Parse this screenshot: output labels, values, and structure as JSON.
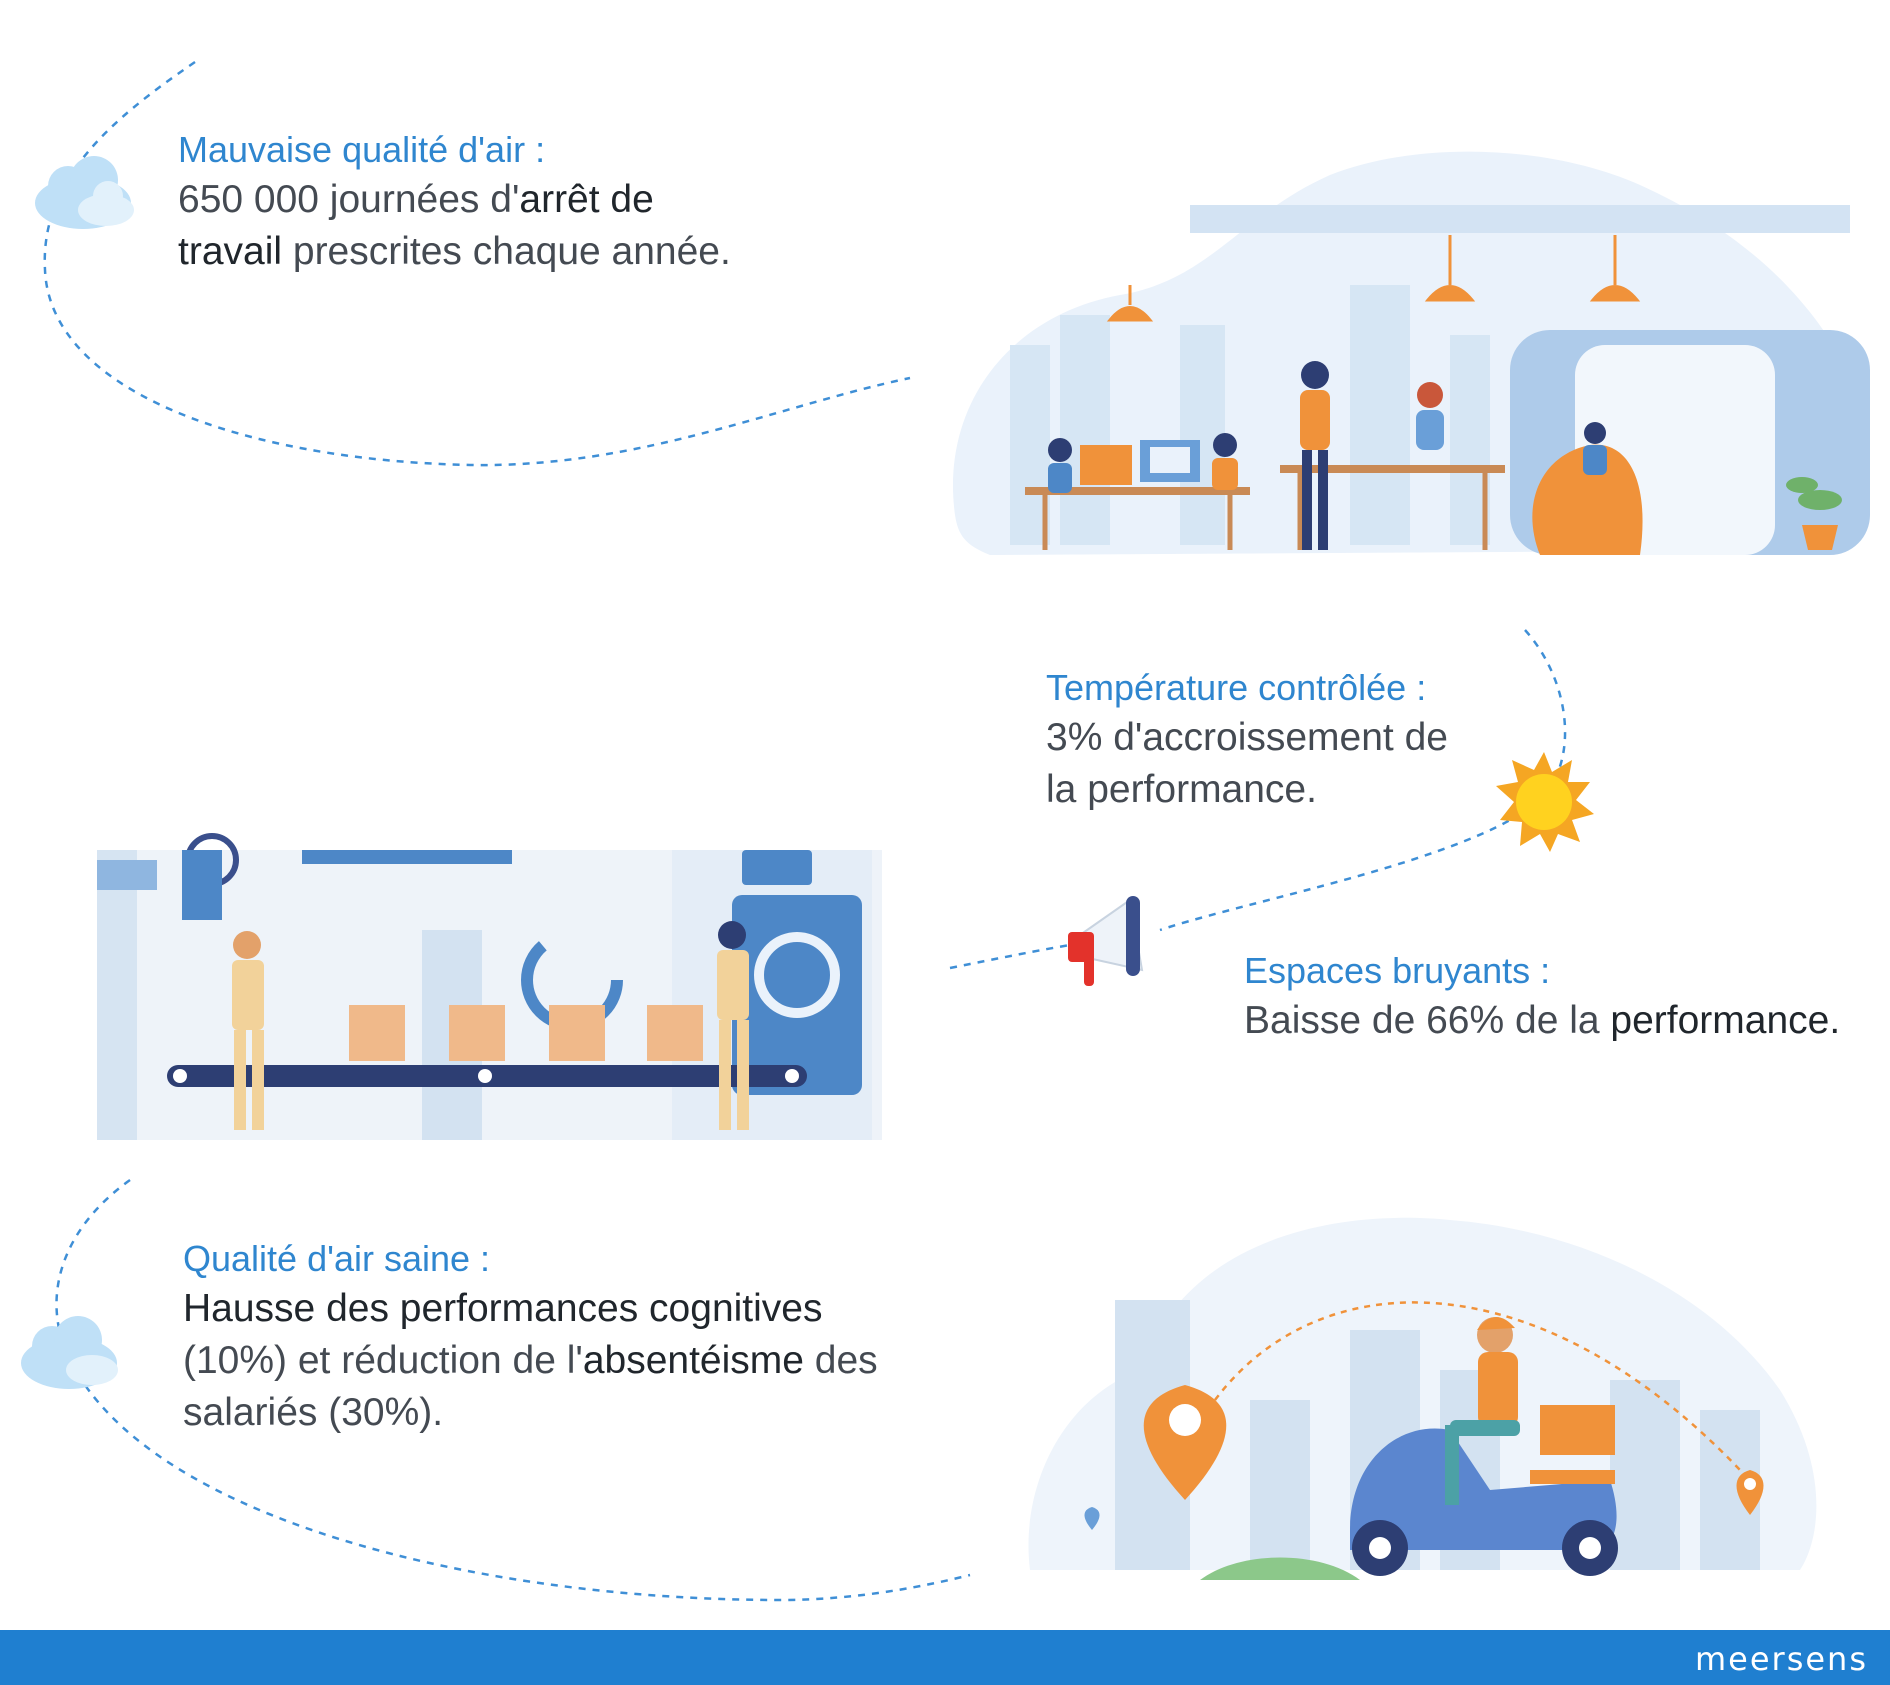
{
  "section1": {
    "heading": "Mauvaise qualité d'air :",
    "line1_pre": "650 000 journées d'",
    "line1_bold": "arrêt de",
    "line2_bold": "travail",
    "line2_post": " prescrites chaque année."
  },
  "section2": {
    "heading": "Température contrôlée :",
    "line1": "3% d'accroissement de",
    "line2": "la performance."
  },
  "section3": {
    "heading": "Espaces bruyants :",
    "line1_pre": "Baisse de 66% de la ",
    "line1_bold": "performance."
  },
  "section4": {
    "heading": "Qualité d'air saine :",
    "line1_bold": "Hausse des performances cognitives",
    "line2_pre": "(10%) et réduction de l'",
    "line2_bold": "absentéisme",
    "line2_post": " des",
    "line3": "salariés (30%)."
  },
  "footer": {
    "brand": "meersens"
  },
  "icons": [
    "cloud-icon",
    "sun-icon",
    "megaphone-icon",
    "cloud-icon"
  ],
  "colors": {
    "accent": "#2f86cf",
    "footer": "#1f7fd0",
    "orange": "#f0923a"
  }
}
